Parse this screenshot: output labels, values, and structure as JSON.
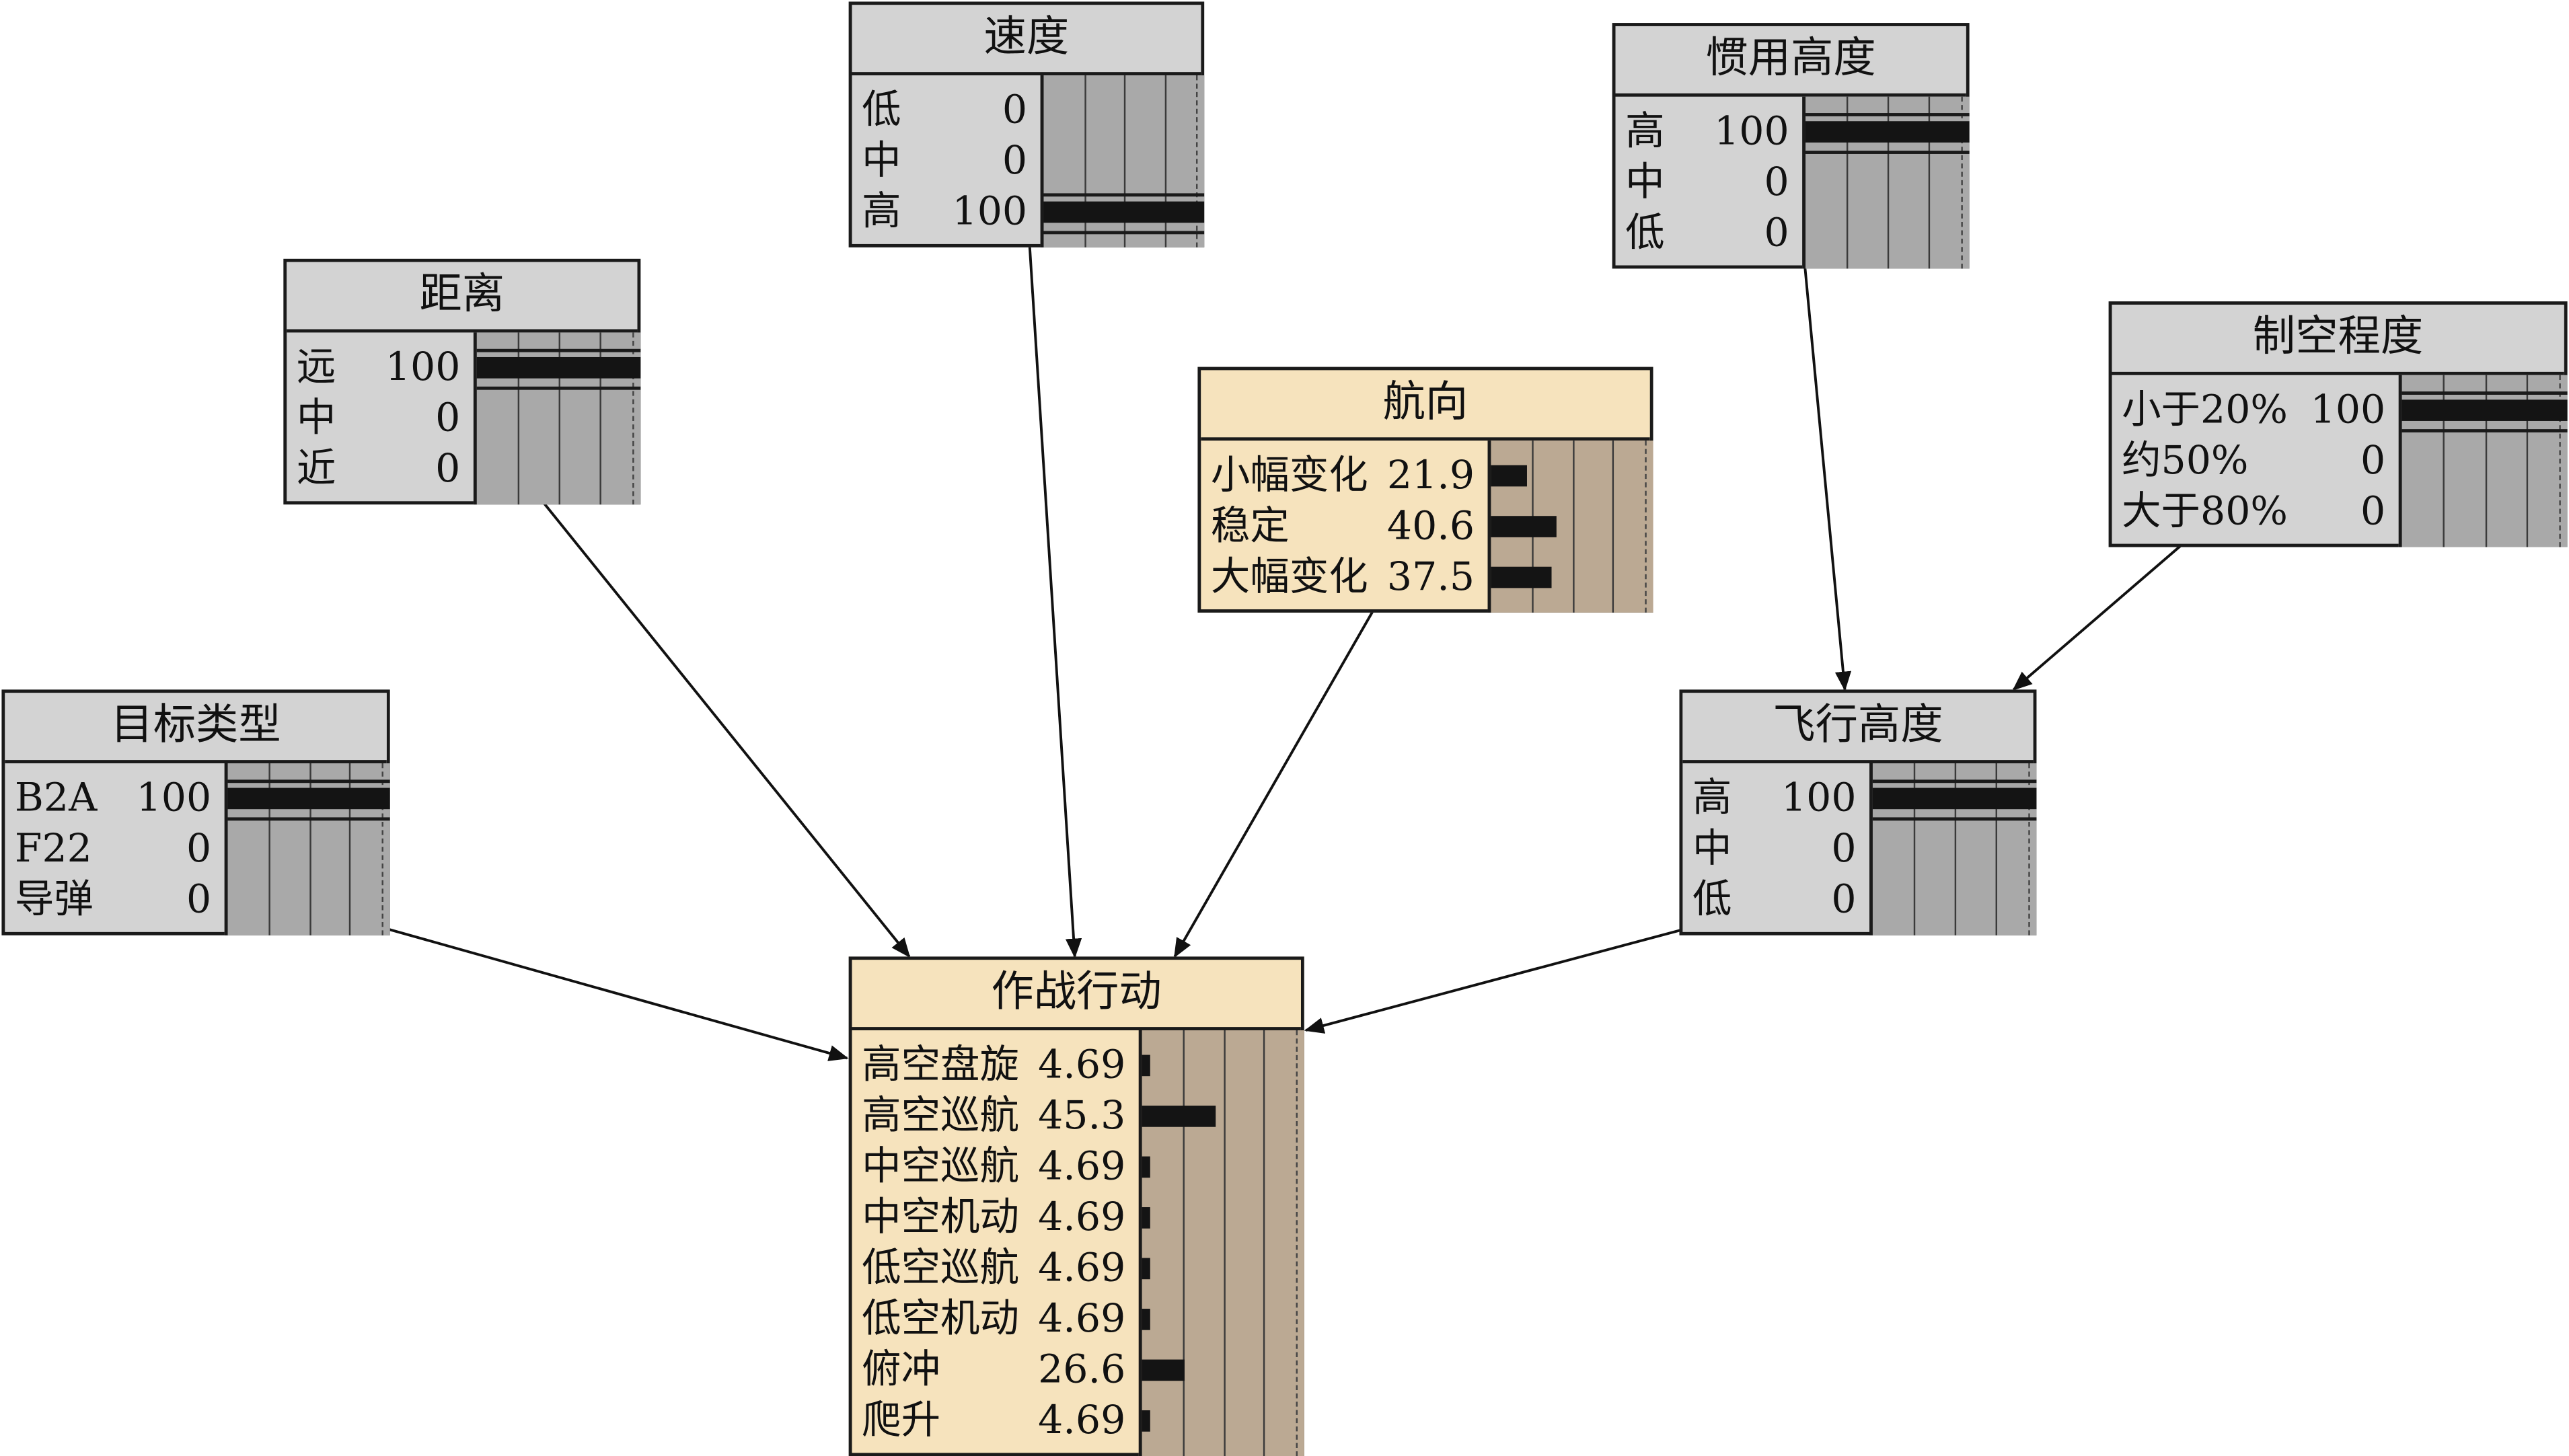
{
  "nodes": {
    "speed": {
      "title": "速度",
      "kind": "evidence",
      "states": [
        {
          "label": "低",
          "value": "0",
          "p": 0
        },
        {
          "label": "中",
          "value": "0",
          "p": 0
        },
        {
          "label": "高",
          "value": "100",
          "p": 100
        }
      ]
    },
    "habitual_altitude": {
      "title": "惯用高度",
      "kind": "evidence",
      "states": [
        {
          "label": "高",
          "value": "100",
          "p": 100
        },
        {
          "label": "中",
          "value": "0",
          "p": 0
        },
        {
          "label": "低",
          "value": "0",
          "p": 0
        }
      ]
    },
    "distance": {
      "title": "距离",
      "kind": "evidence",
      "states": [
        {
          "label": "远",
          "value": "100",
          "p": 100
        },
        {
          "label": "中",
          "value": "0",
          "p": 0
        },
        {
          "label": "近",
          "value": "0",
          "p": 0
        }
      ]
    },
    "heading": {
      "title": "航向",
      "kind": "query",
      "states": [
        {
          "label": "小幅变化",
          "value": "21.9",
          "p": 21.9
        },
        {
          "label": "稳定",
          "value": "40.6",
          "p": 40.6
        },
        {
          "label": "大幅变化",
          "value": "37.5",
          "p": 37.5
        }
      ]
    },
    "air_superiority": {
      "title": "制空程度",
      "kind": "evidence",
      "states": [
        {
          "label": "小于20%",
          "value": "100",
          "p": 100
        },
        {
          "label": "约50%",
          "value": "0",
          "p": 0
        },
        {
          "label": "大于80%",
          "value": "0",
          "p": 0
        }
      ]
    },
    "target_type": {
      "title": "目标类型",
      "kind": "evidence",
      "states": [
        {
          "label": "B2A",
          "value": "100",
          "p": 100
        },
        {
          "label": "F22",
          "value": "0",
          "p": 0
        },
        {
          "label": "导弹",
          "value": "0",
          "p": 0
        }
      ]
    },
    "flight_altitude": {
      "title": "飞行高度",
      "kind": "evidence",
      "states": [
        {
          "label": "高",
          "value": "100",
          "p": 100
        },
        {
          "label": "中",
          "value": "0",
          "p": 0
        },
        {
          "label": "低",
          "value": "0",
          "p": 0
        }
      ]
    },
    "combat_action": {
      "title": "作战行动",
      "kind": "query",
      "states": [
        {
          "label": "高空盘旋",
          "value": "4.69",
          "p": 4.69
        },
        {
          "label": "高空巡航",
          "value": "45.3",
          "p": 45.3
        },
        {
          "label": "中空巡航",
          "value": "4.69",
          "p": 4.69
        },
        {
          "label": "中空机动",
          "value": "4.69",
          "p": 4.69
        },
        {
          "label": "低空巡航",
          "value": "4.69",
          "p": 4.69
        },
        {
          "label": "低空机动",
          "value": "4.69",
          "p": 4.69
        },
        {
          "label": "俯冲",
          "value": "26.6",
          "p": 26.6
        },
        {
          "label": "爬升",
          "value": "4.69",
          "p": 4.69
        }
      ]
    }
  },
  "edges": [
    {
      "from": "speed",
      "to": "combat_action"
    },
    {
      "from": "distance",
      "to": "combat_action"
    },
    {
      "from": "heading",
      "to": "combat_action"
    },
    {
      "from": "target_type",
      "to": "combat_action"
    },
    {
      "from": "flight_altitude",
      "to": "combat_action"
    },
    {
      "from": "habitual_altitude",
      "to": "flight_altitude"
    },
    {
      "from": "air_superiority",
      "to": "flight_altitude"
    }
  ]
}
